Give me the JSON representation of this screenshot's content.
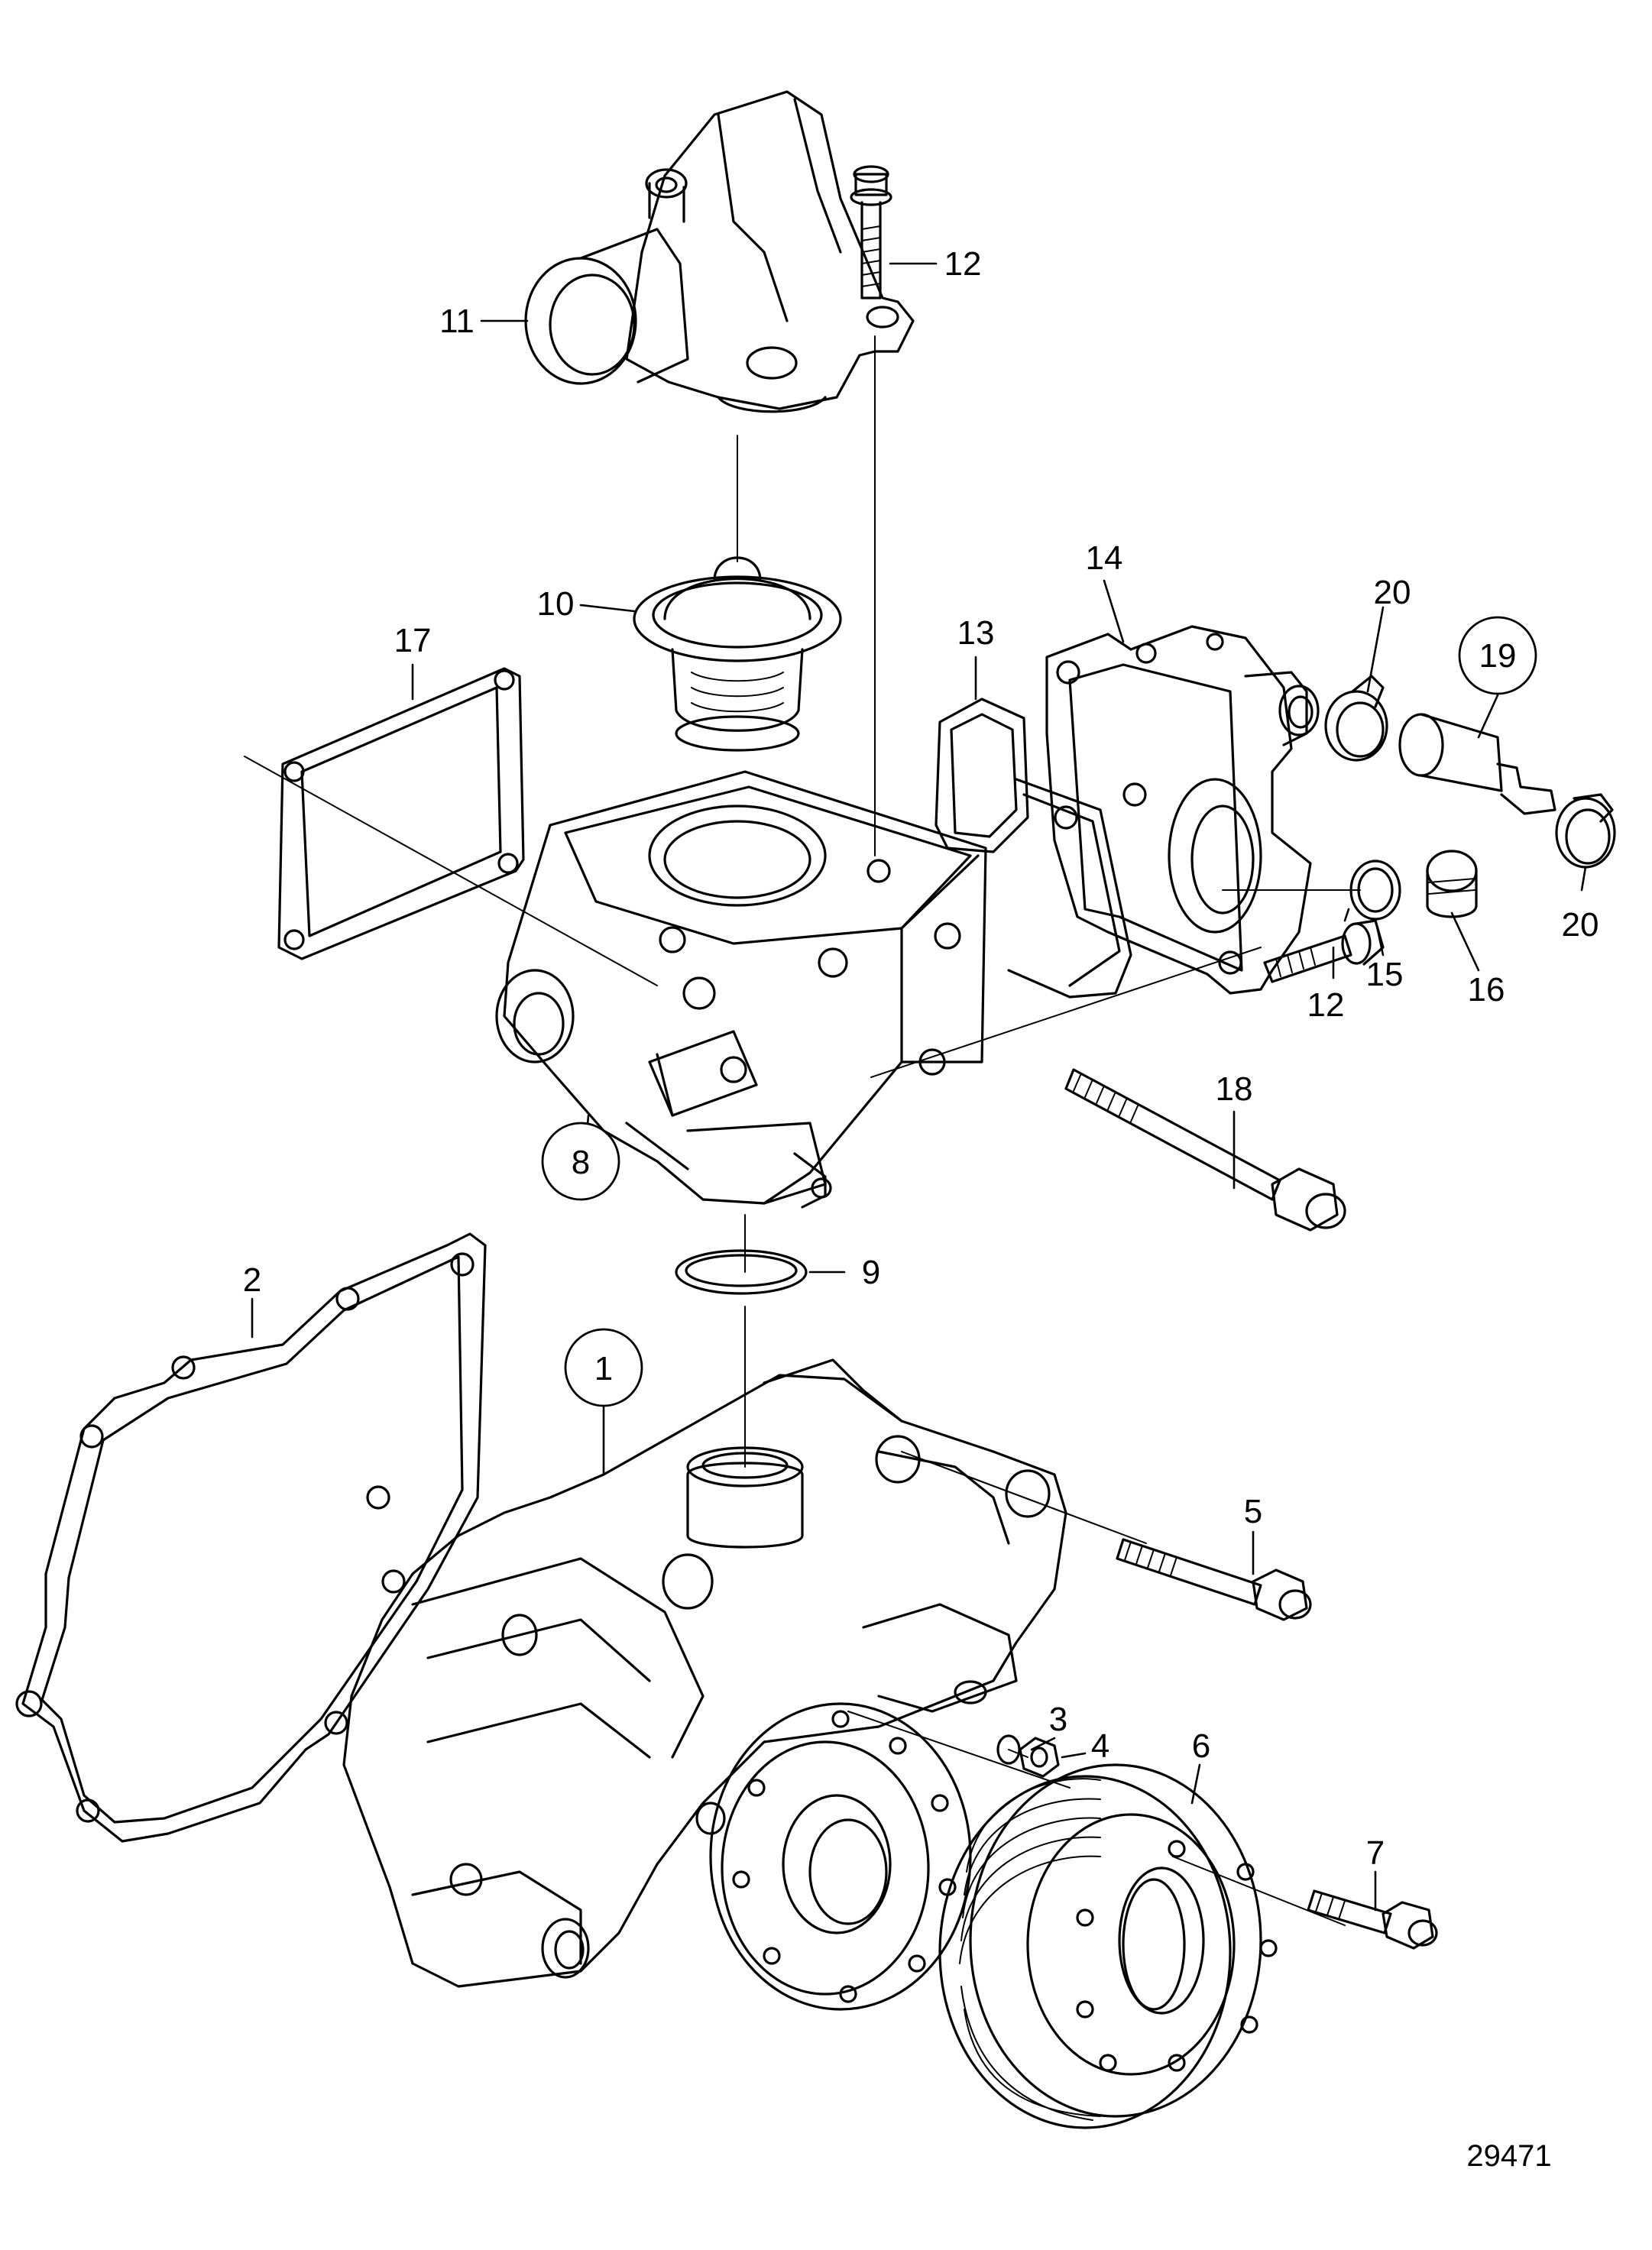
{
  "figure_number": "29471",
  "callouts": {
    "c1": "1",
    "c2": "2",
    "c3": "3",
    "c4": "4",
    "c5": "5",
    "c6": "6",
    "c7": "7",
    "c8": "8",
    "c9": "9",
    "c10": "10",
    "c11": "11",
    "c12a": "12",
    "c12b": "12",
    "c13": "13",
    "c14": "14",
    "c15": "15",
    "c16": "16",
    "c17": "17",
    "c18": "18",
    "c19": "19",
    "c20a": "20",
    "c20b": "20"
  }
}
